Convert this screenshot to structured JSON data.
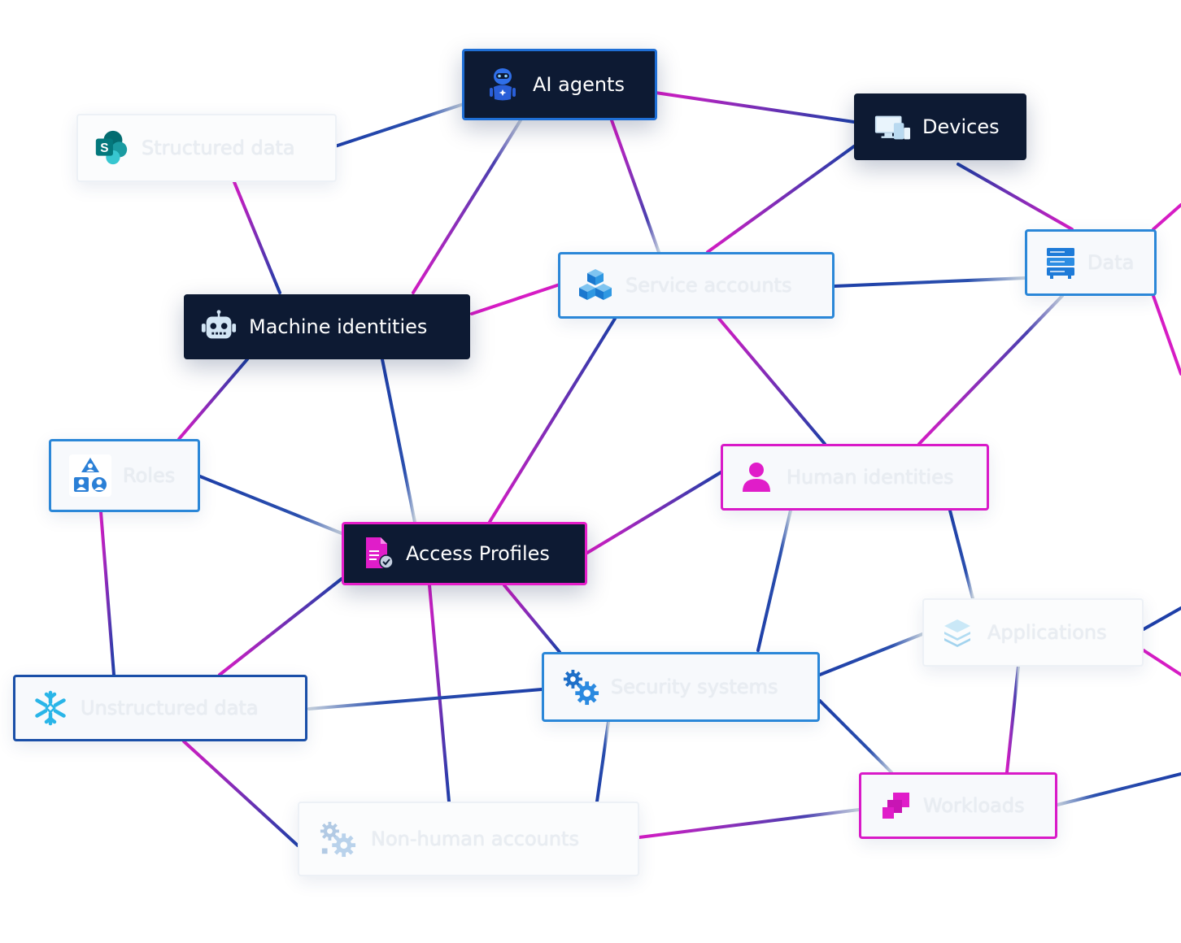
{
  "nodes": {
    "ai_agents": {
      "label": "AI agents",
      "icon": "robot-agent-icon"
    },
    "devices": {
      "label": "Devices",
      "icon": "devices-icon"
    },
    "structured_data": {
      "label": "Structured data",
      "icon": "sharepoint-icon"
    },
    "machine_identities": {
      "label": "Machine identities",
      "icon": "robot-head-icon"
    },
    "service_accounts": {
      "label": "Service accounts",
      "icon": "cubes-icon"
    },
    "data": {
      "label": "Data",
      "icon": "server-icon"
    },
    "roles": {
      "label": "Roles",
      "icon": "roles-icon"
    },
    "access_profiles": {
      "label": "Access Profiles",
      "icon": "document-check-icon"
    },
    "human_identities": {
      "label": "Human identities",
      "icon": "person-icon"
    },
    "applications": {
      "label": "Applications",
      "icon": "layers-icon"
    },
    "security_systems": {
      "label": "Security systems",
      "icon": "gears-icon"
    },
    "unstructured_data": {
      "label": "Unstructured data",
      "icon": "snowflake-icon"
    },
    "workloads": {
      "label": "Workloads",
      "icon": "workloads-icon"
    },
    "non_human_accounts": {
      "label": "Non-human accounts",
      "icon": "gears-faded-icon"
    }
  },
  "colors": {
    "dark_fill": "#0d1a33",
    "blue_border": "#2b87d8",
    "pink_border": "#e51dc9",
    "navy_line": "#1e3fa8",
    "magenta_line": "#d61cc4"
  }
}
